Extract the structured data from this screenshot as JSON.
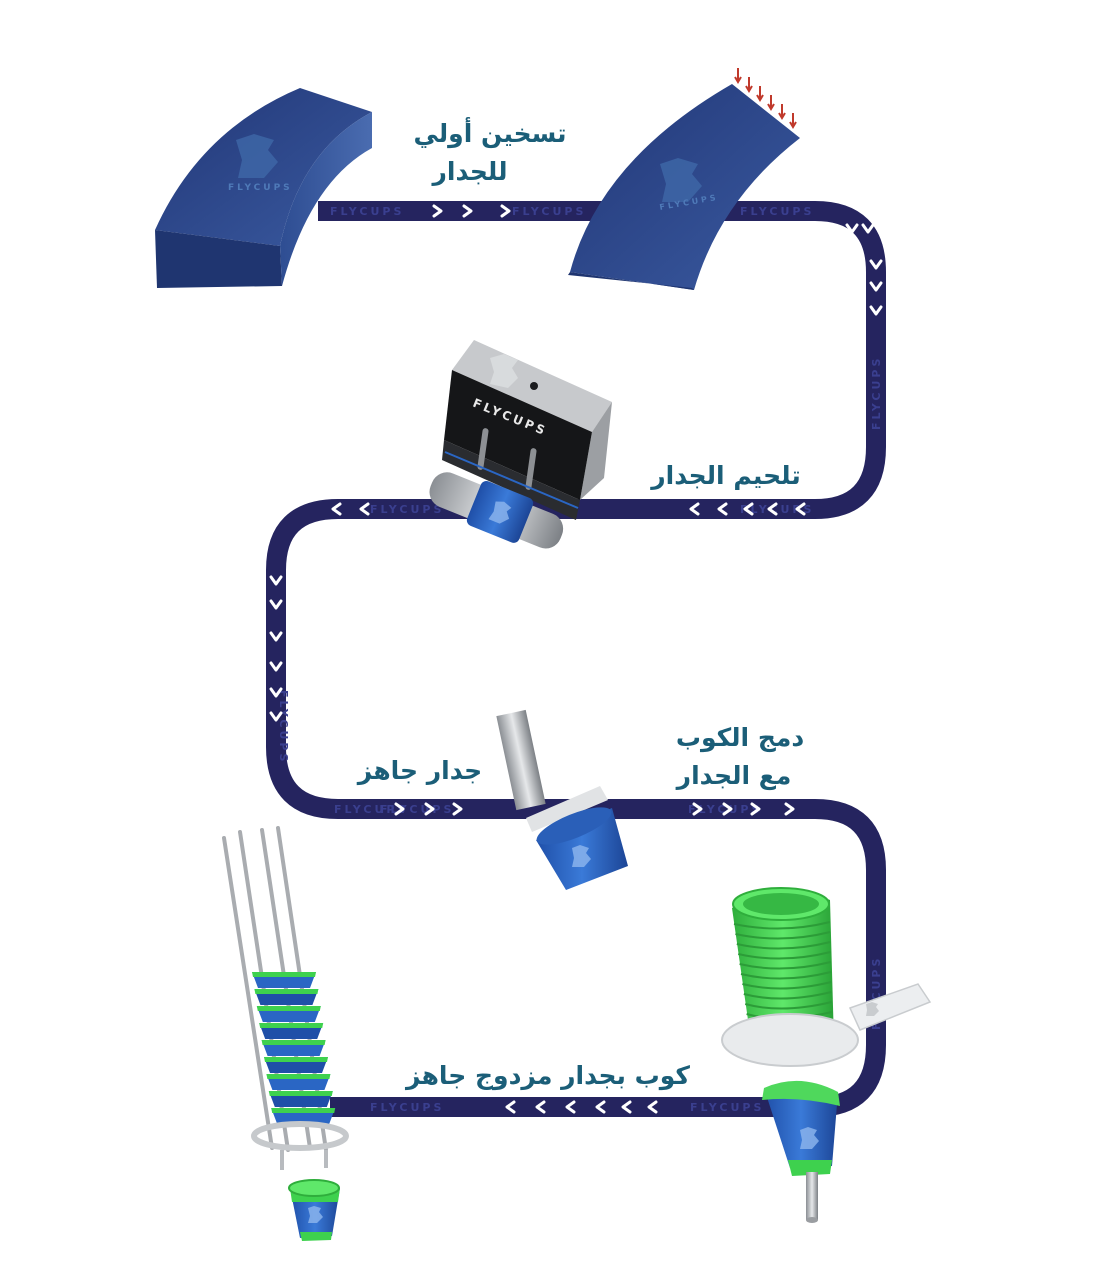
{
  "brand": "FLYCUPS",
  "colors": {
    "track": "#25245f",
    "label": "#1b5e78",
    "wall_dark": "#1e3068",
    "wall_mid": "#2d4a8c",
    "cup_green": "#3ed14e",
    "cup_blue": "#2a66c4",
    "metal": "#b9bcc0"
  },
  "steps": [
    {
      "label_lines": [
        "تسخين أولي",
        "للجدار"
      ]
    },
    {
      "label_lines": [
        "تلحيم الجدار"
      ]
    },
    {
      "label_lines": [
        "جدار جاهز"
      ]
    },
    {
      "label_lines": [
        "دمج الكوب",
        "مع الجدار"
      ]
    },
    {
      "label_lines": [
        "كوب بجدار مزدوج جاهز"
      ]
    }
  ],
  "icons": [
    "flat-wall-blank",
    "heated-wall-blank",
    "welding-machine",
    "ready-wall-on-mandrel",
    "cup-stack-dispenser",
    "finished-cup-stack"
  ]
}
